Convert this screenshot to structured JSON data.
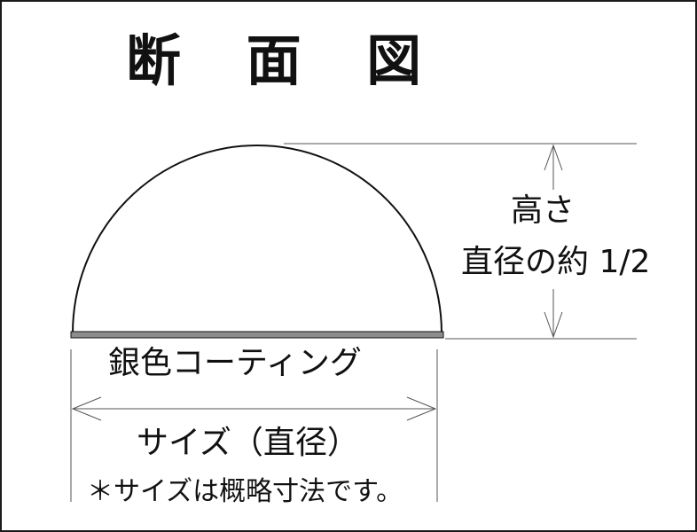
{
  "title": "断 面 図",
  "height_label": {
    "line1": "高さ",
    "line2": "直径の約 1/2"
  },
  "coating_label": "銀色コーティング",
  "size_label": "サイズ（直径）",
  "note": "＊サイズは概略寸法です。",
  "colors": {
    "outline": "#111111",
    "coating": "#8c8c8c",
    "dimension_line": "#555555",
    "background": "#ffffff"
  }
}
